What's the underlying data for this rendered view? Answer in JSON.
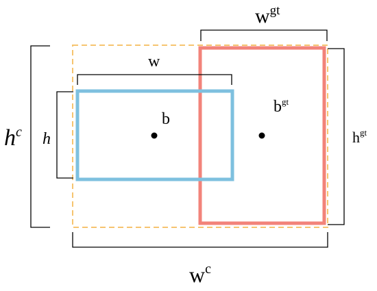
{
  "labels": {
    "wgt_base": "w",
    "wgt_sup": "gt",
    "w": "w",
    "b": "b",
    "bgt_base": "b",
    "bgt_sup": "gt",
    "hc_base": "h",
    "hc_sup": "c",
    "h": "h",
    "hgt_base": "h",
    "hgt_sup": "gt",
    "wc_base": "w",
    "wc_sup": "c"
  },
  "colors": {
    "pred_box": "#7ec0df",
    "gt_box": "#f2837a",
    "enclosing_box": "#f6c46f",
    "bracket": "#000000",
    "center_point": "#000000"
  }
}
